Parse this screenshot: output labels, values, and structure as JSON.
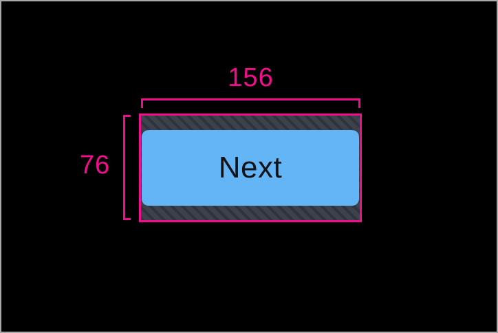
{
  "colors": {
    "background": "#000000",
    "frame_border": "#a9a9a9",
    "accent_pink": "#f10d8c",
    "hatch_base": "#3c414c",
    "hatch_stripe": "#2e333d",
    "button_fill": "#64b5f6",
    "button_text": "#101418"
  },
  "measurements": {
    "width_value": "156",
    "height_value": "76"
  },
  "button": {
    "label": "Next"
  }
}
